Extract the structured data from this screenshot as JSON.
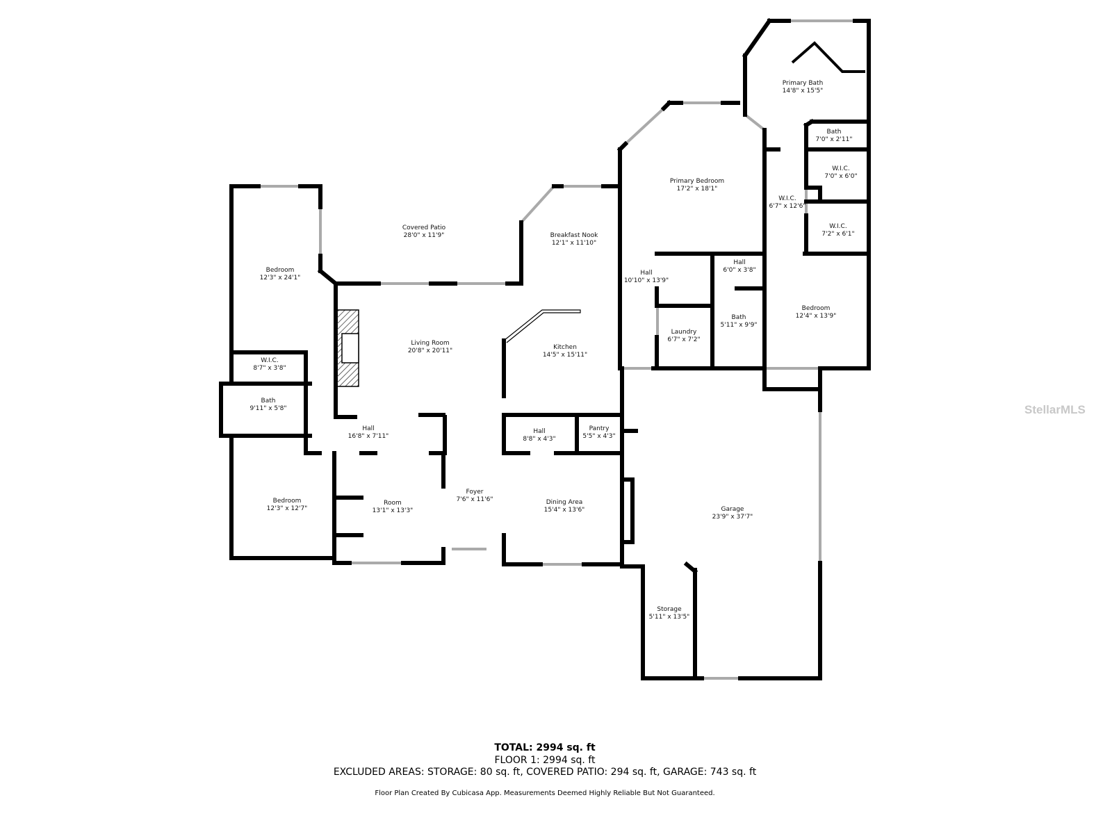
{
  "rooms": [
    {
      "name": "Primary Bath",
      "dims": "14'8\" x 15'5\""
    },
    {
      "name": "Bath",
      "dims": "7'0\" x 2'11\""
    },
    {
      "name": "W.I.C.",
      "dims": "7'0\" x 6'0\""
    },
    {
      "name": "Primary Bedroom",
      "dims": "17'2\" x 18'1\""
    },
    {
      "name": "W.I.C.",
      "dims": "6'7\" x 12'6\""
    },
    {
      "name": "W.I.C.",
      "dims": "7'2\" x 6'1\""
    },
    {
      "name": "Hall",
      "dims": "10'10\" x 13'9\""
    },
    {
      "name": "Hall",
      "dims": "6'0\" x 3'8\""
    },
    {
      "name": "Bath",
      "dims": "5'11\" x 9'9\""
    },
    {
      "name": "Laundry",
      "dims": "6'7\" x 7'2\""
    },
    {
      "name": "Bedroom",
      "dims": "12'4\" x 13'9\""
    },
    {
      "name": "Covered Patio",
      "dims": "28'0\" x 11'9\""
    },
    {
      "name": "Breakfast Nook",
      "dims": "12'1\" x 11'10\""
    },
    {
      "name": "Bedroom",
      "dims": "12'3\" x 24'1\""
    },
    {
      "name": "Living Room",
      "dims": "20'8\" x 20'11\""
    },
    {
      "name": "Kitchen",
      "dims": "14'5\" x 15'11\""
    },
    {
      "name": "W.I.C.",
      "dims": "8'7\" x 3'8\""
    },
    {
      "name": "Bath",
      "dims": "9'11\" x 5'8\""
    },
    {
      "name": "Hall",
      "dims": "16'8\" x 7'11\""
    },
    {
      "name": "Hall",
      "dims": "8'8\" x 4'3\""
    },
    {
      "name": "Pantry",
      "dims": "5'5\" x 4'3\""
    },
    {
      "name": "Bedroom",
      "dims": "12'3\" x 12'7\""
    },
    {
      "name": "Room",
      "dims": "13'1\" x 13'3\""
    },
    {
      "name": "Foyer",
      "dims": "7'6\" x 11'6\""
    },
    {
      "name": "Dining Area",
      "dims": "15'4\" x 13'6\""
    },
    {
      "name": "Garage",
      "dims": "23'9\" x 37'7\""
    },
    {
      "name": "Storage",
      "dims": "5'11\" x 13'5\""
    }
  ],
  "summary": {
    "total": "TOTAL: 2994 sq. ft",
    "floor1": "FLOOR 1: 2994 sq. ft",
    "excluded": "EXCLUDED AREAS: STORAGE: 80 sq. ft, COVERED PATIO: 294 sq. ft, GARAGE: 743 sq. ft",
    "disclaimer": "Floor Plan Created By Cubicasa App. Measurements Deemed Highly Reliable But Not Guaranteed."
  },
  "watermark": "StellarMLS"
}
